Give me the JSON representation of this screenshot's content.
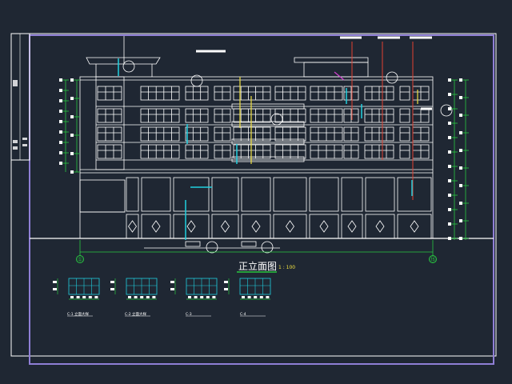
{
  "drawing": {
    "title": "正立面图",
    "scale": "1 : 100",
    "axis_left": "①",
    "axis_right": "⑮",
    "details": [
      {
        "label": "C-1 立面大样"
      },
      {
        "label": "C-2 立面大样"
      },
      {
        "label": "C-3"
      },
      {
        "label": "C-4"
      }
    ]
  },
  "colors": {
    "background": "#1f2733",
    "frame": "#8f7fd6",
    "lines": "#ffffff",
    "dims": "#28c840",
    "accent_cyan": "#20d0e0",
    "accent_red": "#e04030",
    "accent_yellow": "#f0e040",
    "accent_magenta": "#d040d0"
  }
}
